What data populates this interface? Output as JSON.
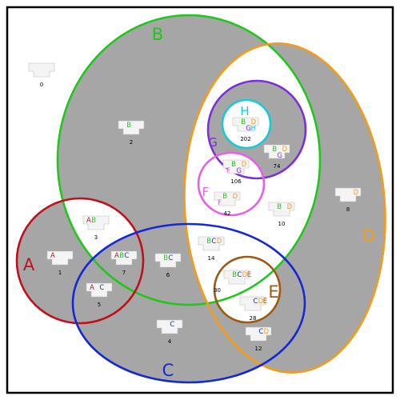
{
  "diagram": {
    "type": "euler-venn",
    "sets": {
      "A": {
        "label": "A",
        "color": "#c0101c"
      },
      "B": {
        "label": "B",
        "color": "#22c71e"
      },
      "C": {
        "label": "C",
        "color": "#1428d6"
      },
      "D": {
        "label": "D",
        "color": "#f59b1a"
      },
      "E": {
        "label": "E",
        "color": "#9c5a14"
      },
      "F": {
        "label": "F",
        "color": "#e85ee8"
      },
      "G": {
        "label": "G",
        "color": "#7a30d8"
      },
      "H": {
        "label": "H",
        "color": "#17c9d9"
      }
    },
    "colors": {
      "background": "#ffffff",
      "frame": "#000000",
      "shaded_region": "#a6a6a6",
      "unshaded_region": "#ffffff"
    },
    "regions": [
      {
        "id": "r0",
        "letters": [],
        "count": "0"
      },
      {
        "id": "r2",
        "letters": [
          "B"
        ],
        "count": "2"
      },
      {
        "id": "r3",
        "letters": [
          "A",
          "B"
        ],
        "count": "3"
      },
      {
        "id": "r1",
        "letters": [
          "A"
        ],
        "count": "1"
      },
      {
        "id": "r7",
        "letters": [
          "A",
          "B",
          "C"
        ],
        "count": "7"
      },
      {
        "id": "r5",
        "letters": [
          "A",
          "C"
        ],
        "count": "5"
      },
      {
        "id": "r6",
        "letters": [
          "B",
          "C"
        ],
        "count": "6"
      },
      {
        "id": "r14",
        "letters": [
          "B",
          "C",
          "D"
        ],
        "count": "14"
      },
      {
        "id": "r4",
        "letters": [
          "C"
        ],
        "count": "4"
      },
      {
        "id": "r12",
        "letters": [
          "C",
          "D"
        ],
        "count": "12"
      },
      {
        "id": "r30",
        "letters": [
          "B",
          "C",
          "D",
          "E"
        ],
        "count": "30"
      },
      {
        "id": "r28",
        "letters": [
          "C",
          "D",
          "E"
        ],
        "count": "28"
      },
      {
        "id": "r10",
        "letters": [
          "B",
          "D"
        ],
        "count": "10"
      },
      {
        "id": "r8",
        "letters": [
          "D"
        ],
        "count": "8"
      },
      {
        "id": "r202",
        "letters": [
          "B",
          "D",
          "G",
          "H"
        ],
        "count": "202"
      },
      {
        "id": "r74",
        "letters": [
          "B",
          "D",
          "G"
        ],
        "count": "74"
      },
      {
        "id": "r106",
        "letters": [
          "B",
          "D",
          "F",
          "G"
        ],
        "count": "106"
      },
      {
        "id": "r42",
        "letters": [
          "B",
          "D",
          "F"
        ],
        "count": "42"
      }
    ]
  }
}
